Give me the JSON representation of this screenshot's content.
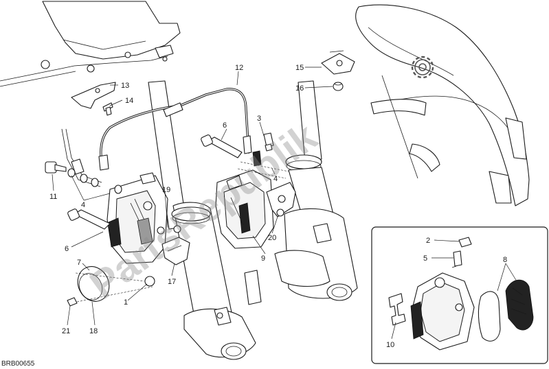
{
  "diagram_code": "BRB00655",
  "watermark": "PartsRepublik",
  "settings_icon": "gear-icon",
  "callouts": [
    "1",
    "2",
    "3",
    "4",
    "4",
    "4",
    "5",
    "6",
    "6",
    "7",
    "8",
    "9",
    "10",
    "11",
    "12",
    "13",
    "14",
    "15",
    "16",
    "17",
    "18",
    "19",
    "20",
    "21"
  ]
}
